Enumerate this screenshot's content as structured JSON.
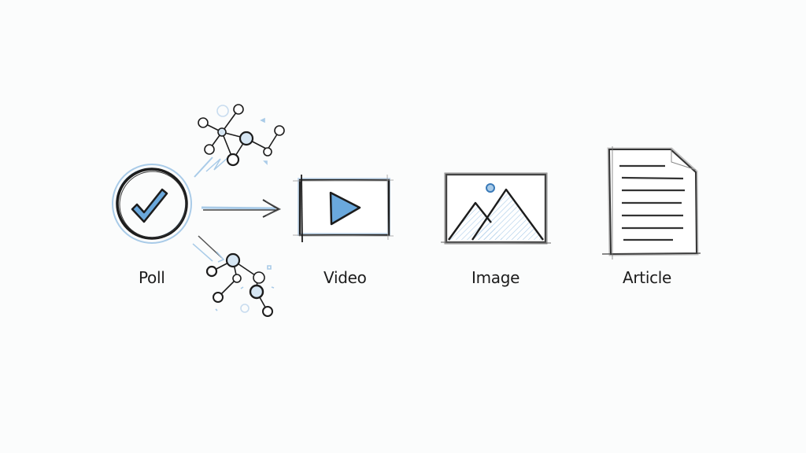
{
  "diagram": {
    "nodes": [
      {
        "id": "poll",
        "label": "Poll",
        "icon": "checkmark-circle-icon"
      },
      {
        "id": "video",
        "label": "Video",
        "icon": "play-video-icon"
      },
      {
        "id": "image",
        "label": "Image",
        "icon": "mountain-image-icon"
      },
      {
        "id": "article",
        "label": "Article",
        "icon": "document-icon"
      }
    ],
    "decorations": [
      {
        "id": "network-top",
        "icon": "network-graph-icon"
      },
      {
        "id": "network-bottom",
        "icon": "network-graph-icon"
      }
    ],
    "colors": {
      "background": "#fbfcfc",
      "ink": "#1c1c1c",
      "accent_blue": "#5b9bd5",
      "light_blue": "#a9cbe8"
    }
  }
}
